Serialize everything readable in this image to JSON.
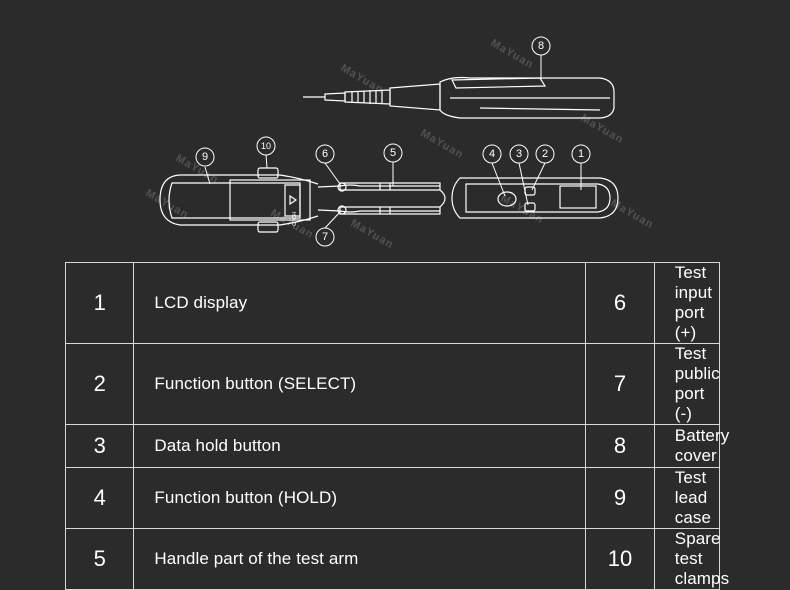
{
  "callouts": {
    "c1": "1",
    "c2": "2",
    "c3": "3",
    "c4": "4",
    "c5": "5",
    "c6": "6",
    "c7": "7",
    "c8": "8",
    "c9": "9",
    "c10": "10"
  },
  "device": {
    "hold_label": "HOLD"
  },
  "watermark": "MaYuan",
  "legend": {
    "rows": [
      {
        "left_num": "1",
        "left_label": "LCD display",
        "right_num": "6",
        "right_label": "Test input port (+)"
      },
      {
        "left_num": "2",
        "left_label": "Function button (SELECT)",
        "right_num": "7",
        "right_label": "Test public port (-)"
      },
      {
        "left_num": "3",
        "left_label": "Data hold button",
        "right_num": "8",
        "right_label": "Battery cover"
      },
      {
        "left_num": "4",
        "left_label": "Function button (HOLD)",
        "right_num": "9",
        "right_label": "Test lead case"
      },
      {
        "left_num": "5",
        "left_label": "Handle part of the test arm",
        "right_num": "10",
        "right_label": "Spare test clamps"
      }
    ]
  },
  "colors": {
    "background": "#2b2b2b",
    "line": "#ffffff",
    "table_border": "#d8d8d8"
  }
}
